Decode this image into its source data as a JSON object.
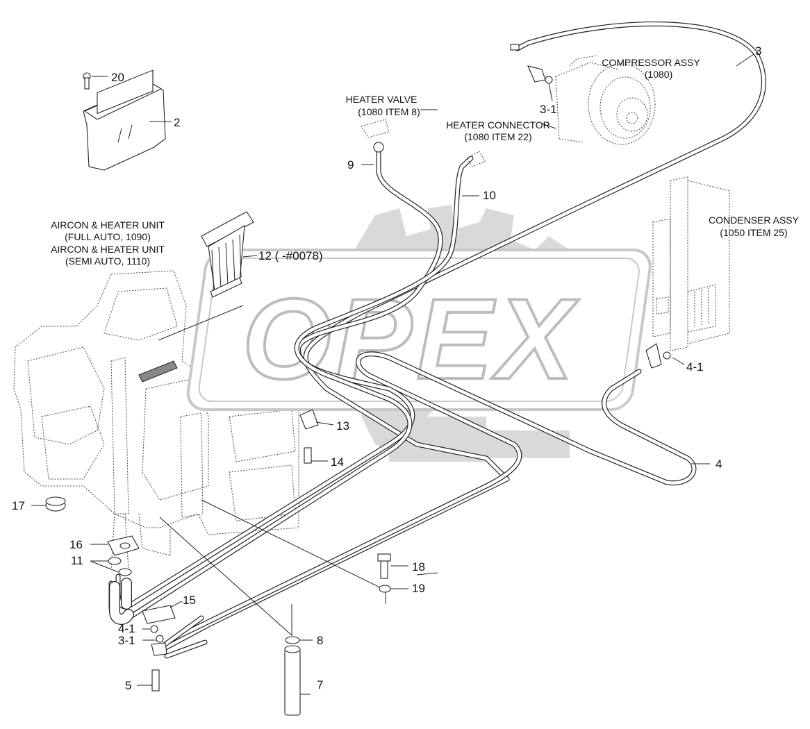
{
  "watermark": {
    "text": "OPEX"
  },
  "captions": {
    "compressor": [
      "COMPRESSOR ASSY",
      "(1080)"
    ],
    "heater_valve": [
      "HEATER VALVE",
      "(1080 ITEM 8)"
    ],
    "heater_connector": [
      "HEATER CONNECTOR",
      "(1080 ITEM 22)"
    ],
    "condenser": [
      "CONDENSER ASSY",
      "(1050 ITEM 25)"
    ],
    "aircon_full": [
      "AIRCON & HEATER UNIT",
      "(FULL AUTO, 1090)"
    ],
    "aircon_semi": [
      "AIRCON & HEATER UNIT",
      "(SEMI AUTO, 1110)"
    ]
  },
  "callouts": {
    "c20": "20",
    "c2": "2",
    "c3": "3",
    "c3_1_top": "3-1",
    "c9": "9",
    "c10": "10",
    "c12": "12 ( -#0078)",
    "c4_1_right": "4-1",
    "c4": "4",
    "c13": "13",
    "c14": "14",
    "c17": "17",
    "c16": "16",
    "c11": "11",
    "c18": "18",
    "c19": "19",
    "c15": "15",
    "c4_1_bottom": "4-1",
    "c3_1_bottom": "3-1",
    "c8": "8",
    "c5": "5",
    "c7": "7"
  }
}
